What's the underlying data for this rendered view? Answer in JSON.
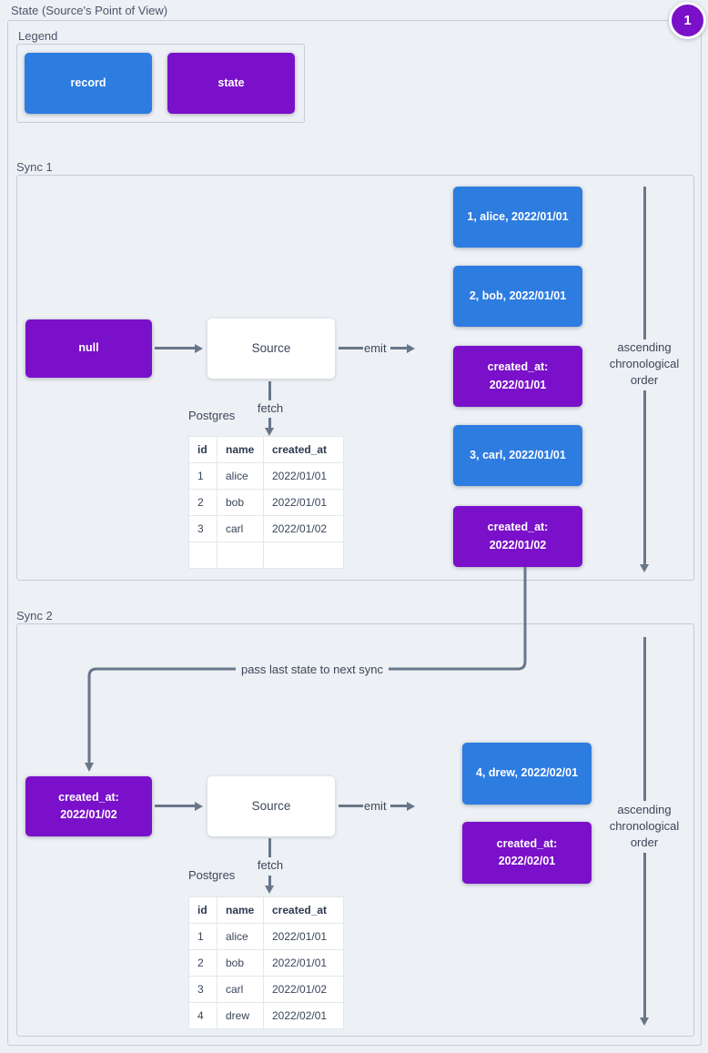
{
  "header": {
    "title": "State (Source's Point of View)",
    "badge": "1"
  },
  "legend": {
    "label": "Legend",
    "record_label": "record",
    "state_label": "state"
  },
  "labels": {
    "source": "Source",
    "emit": "emit",
    "fetch": "fetch",
    "db": "Postgres",
    "order": "ascending chronological order",
    "pass_state": "pass last state to next sync"
  },
  "sync1": {
    "label": "Sync 1",
    "input_state": "null",
    "table": {
      "headers": [
        "id",
        "name",
        "created_at"
      ],
      "rows": [
        [
          "1",
          "alice",
          "2022/01/01"
        ],
        [
          "2",
          "bob",
          "2022/01/01"
        ],
        [
          "3",
          "carl",
          "2022/01/02"
        ],
        [
          "",
          "",
          ""
        ]
      ]
    },
    "emitted": [
      {
        "type": "record",
        "text": "1, alice, 2022/01/01"
      },
      {
        "type": "record",
        "text": "2, bob, 2022/01/01"
      },
      {
        "type": "state",
        "text": "created_at:\n2022/01/01"
      },
      {
        "type": "record",
        "text": "3, carl, 2022/01/01"
      },
      {
        "type": "state",
        "text": "created_at:\n2022/01/02"
      }
    ]
  },
  "sync2": {
    "label": "Sync 2",
    "input_state": "created_at:\n2022/01/02",
    "table": {
      "headers": [
        "id",
        "name",
        "created_at"
      ],
      "rows": [
        [
          "1",
          "alice",
          "2022/01/01"
        ],
        [
          "2",
          "bob",
          "2022/01/01"
        ],
        [
          "3",
          "carl",
          "2022/01/02"
        ],
        [
          "4",
          "drew",
          "2022/02/01"
        ]
      ]
    },
    "emitted": [
      {
        "type": "record",
        "text": "4, drew, 2022/02/01"
      },
      {
        "type": "state",
        "text": "created_at:\n2022/02/01"
      }
    ]
  },
  "colors": {
    "background": "#edf0f4",
    "record": "#2d7ce0",
    "state": "#7a10c9",
    "line": "#68768a"
  }
}
